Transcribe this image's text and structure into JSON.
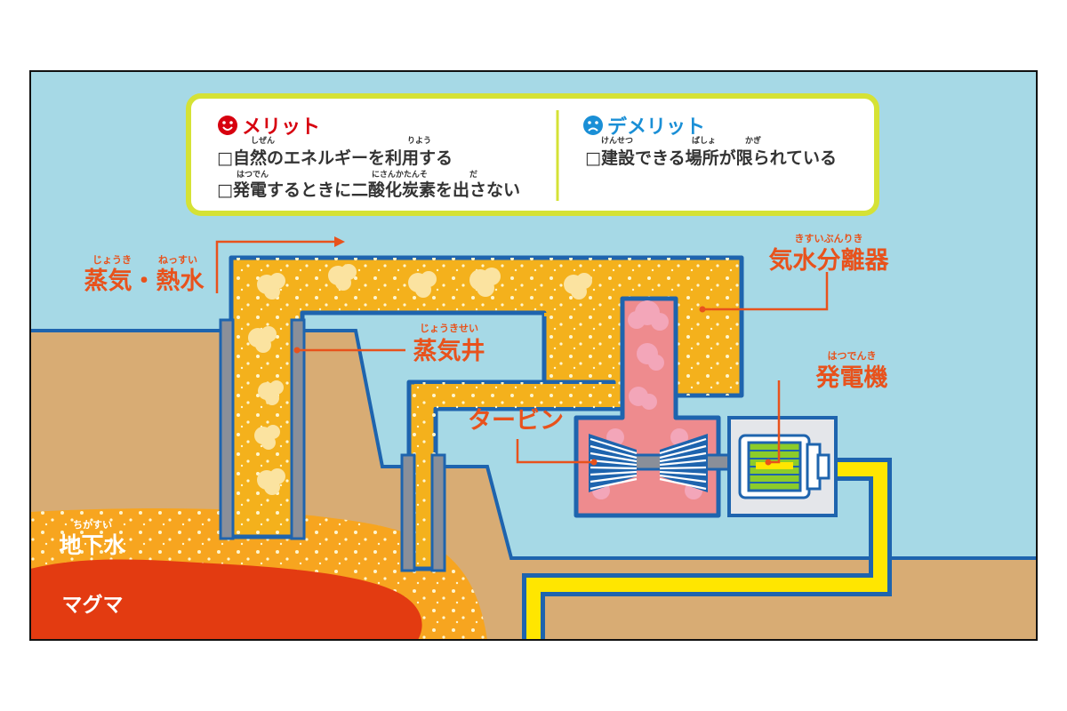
{
  "colors": {
    "sky": "#a6d9e6",
    "ground": "#d8ac74",
    "steam": "#f4b11c",
    "outline": "#1e64ae",
    "casing": "#8a8f99",
    "turbine_room": "#ee8b8e",
    "pink_steam": "#f3a6b9",
    "power_line": "#ffe600",
    "magma": "#e33b11",
    "groundwater": "#f7a51f",
    "label_red": "#e8521c",
    "merit_red": "#d7000f",
    "demerit_blue": "#1a8fd6",
    "box_border": "#d5e235",
    "generator_coil": "#8ccc2a"
  },
  "panel": {
    "merit": {
      "title": "メリット",
      "items": [
        {
          "text": "□自然のエネルギーを利用する",
          "ruby": [
            {
              "reading": "しぜん"
            },
            {
              "reading": "りよう"
            }
          ]
        },
        {
          "text": "□発電するときに二酸化炭素を出さない",
          "ruby": [
            {
              "reading": "はつでん"
            },
            {
              "reading": "にさんかたんそ"
            },
            {
              "reading": "だ"
            }
          ]
        }
      ]
    },
    "demerit": {
      "title": "デメリット",
      "items": [
        {
          "text": "□建設できる場所が限られている",
          "ruby": [
            {
              "reading": "けんせつ"
            },
            {
              "reading": "ばしょ"
            },
            {
              "reading": "かぎ"
            }
          ]
        }
      ]
    }
  },
  "labels": {
    "steam_hotwater": {
      "text": "蒸気・熱水",
      "ruby1": "じょうき",
      "ruby2": "ねっすい"
    },
    "separator": {
      "text": "気水分離器",
      "ruby": "きすいぶんりき"
    },
    "steam_well": {
      "text": "蒸気井",
      "ruby": "じょうきせい"
    },
    "generator": {
      "text": "発電機",
      "ruby": "はつでんき"
    },
    "turbine": {
      "text": "タービン"
    },
    "groundwater": {
      "text": "地下水",
      "ruby": "ちかすい"
    },
    "magma": {
      "text": "マグマ"
    }
  },
  "icons": {
    "merit": "smile-face-icon",
    "demerit": "sad-face-icon",
    "flow": "arrow-right-icon"
  }
}
